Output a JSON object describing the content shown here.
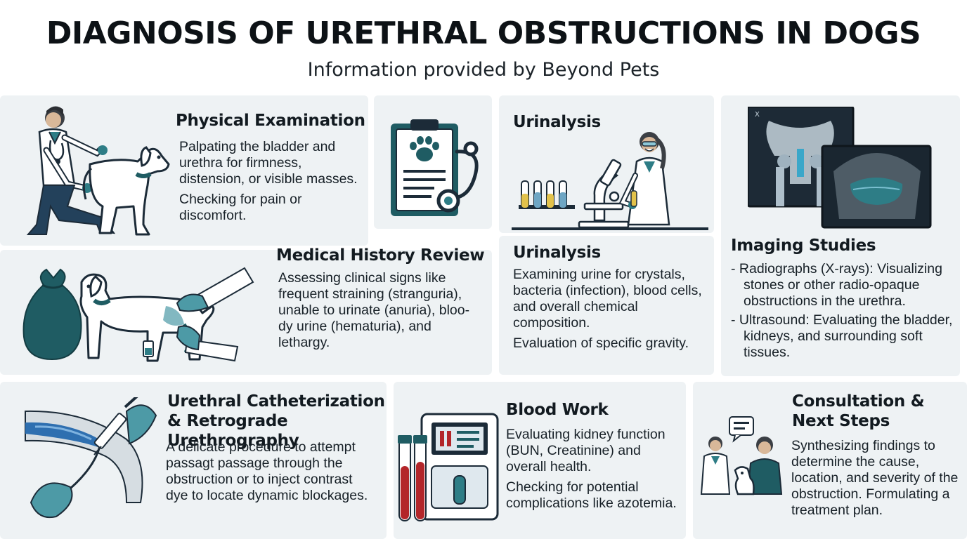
{
  "header": {
    "title": "DIAGNOSIS OF URETHRAL OBSTRUCTIONS IN DOGS",
    "subtitle": "Information provided by Beyond Pets"
  },
  "colors": {
    "panel_bg": "#eef2f4",
    "teal_dark": "#1f5c63",
    "teal": "#2e7d86",
    "navy": "#1c2b38",
    "blood_red": "#b3262a"
  },
  "sections": {
    "physical_exam": {
      "title": "Physical Examination",
      "paragraphs": [
        "Palpating the bladder and urethra for firmness, distension, or visible masses.",
        "Checking for pain or discomfort."
      ],
      "icons": [
        "veterinarian-icon",
        "dog-icon"
      ]
    },
    "clipboard": {
      "icons": [
        "clipboard-paw-icon",
        "stethoscope-icon"
      ]
    },
    "urinalysis_lab": {
      "title": "Urinalysis",
      "icons": [
        "lab-scientist-icon",
        "microscope-icon",
        "test-tubes-icon"
      ]
    },
    "imaging": {
      "title": "Imaging Studies",
      "items": [
        "- Radiographs (X-rays): Visualizing stones or other radio-opaque obstructions in the urethra.",
        "- Ultrasound: Evaluating the bladder, kidneys, and surrounding soft tissues."
      ],
      "xray_label": "X",
      "icons": [
        "xray-image-icon",
        "ultrasound-image-icon"
      ]
    },
    "medical_history": {
      "title": "Medical History Review",
      "paragraphs": [
        "Assessing clinical signs like frequent straining (stranguria), unable to urinate (anuria), bloo-dy urine (hematuria), and lethargy."
      ],
      "icons": [
        "waste-bag-icon",
        "dog-icon",
        "gloved-hand-icon"
      ]
    },
    "urinalysis": {
      "title": "Urinalysis",
      "paragraphs": [
        "Examining urine for crystals, bacteria (infection), blood cells, and overall chemical composition.",
        "Evaluation of specific gravity."
      ]
    },
    "catheterization": {
      "title": "Urethral Catheterization & Retrograde Urethrography",
      "paragraphs": [
        "A delicate procedure to attempt passagt passage through the obstruction or to inject contrast dye to locate dynamic blockages."
      ],
      "icons": [
        "syringe-icon",
        "catheter-icon"
      ]
    },
    "blood_work": {
      "title": "Blood Work",
      "paragraphs": [
        "Evaluating kidney function (BUN, Creatinine) and overall health.",
        "Checking for potential complications like azotemia."
      ],
      "icons": [
        "blood-tube-icon",
        "blood-analyzer-icon"
      ]
    },
    "consultation": {
      "title": "Consultation & Next Steps",
      "paragraphs": [
        "Synthesizing findings to determine the cause, location, and severity of the obstruction. Formulating a treatment plan."
      ],
      "icons": [
        "vet-doctor-icon",
        "pet-owner-icon",
        "speech-bubble-icon"
      ]
    }
  }
}
